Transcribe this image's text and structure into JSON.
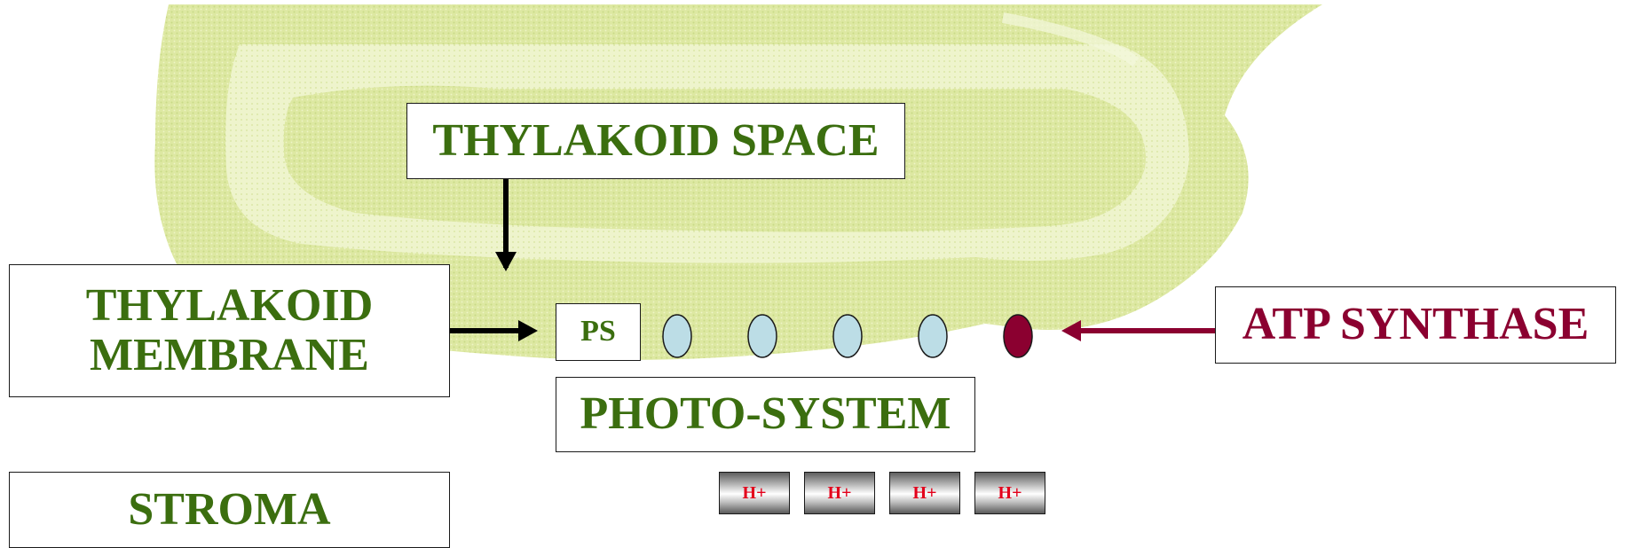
{
  "labels": {
    "thylakoid_space": "THYLAKOID SPACE",
    "thylakoid_membrane_line1": "THYLAKOID",
    "thylakoid_membrane_line2": "MEMBRANE",
    "stroma": "STROMA",
    "photo_system": "PHOTO-SYSTEM",
    "atp_synthase": "ATP SYNTHASE",
    "ps": "PS"
  },
  "protons": [
    "H+",
    "H+",
    "H+",
    "H+"
  ],
  "colors": {
    "label_green": "#3b6e0f",
    "atp_maroon": "#8b0030",
    "proton_red": "#e3001b",
    "carrier_blue": "#bcdde6",
    "thylakoid_fill": "#dfeaa6"
  }
}
